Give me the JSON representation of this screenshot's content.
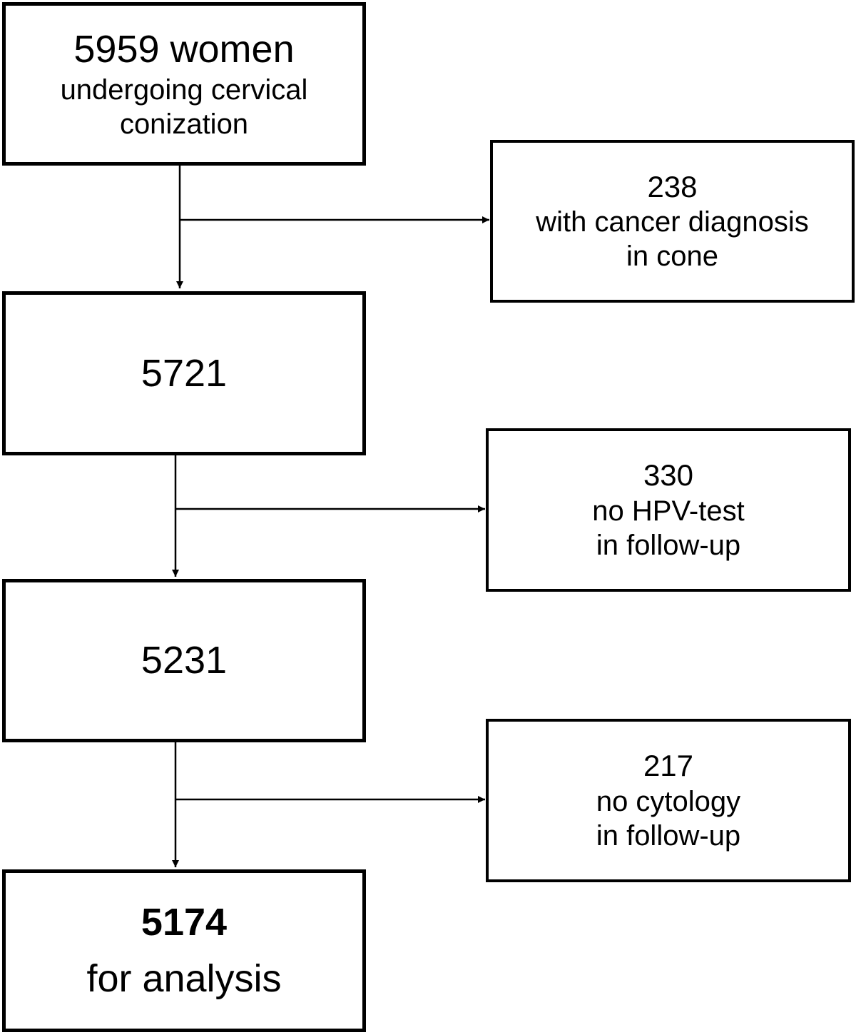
{
  "colors": {
    "stroke": "#000000",
    "background": "#ffffff"
  },
  "nodes": {
    "start": {
      "count": "5959 women",
      "line1": "undergoing cervical",
      "line2": "conization"
    },
    "excl_cancer": {
      "count": "238",
      "line1": "with cancer diagnosis",
      "line2": "in cone"
    },
    "after_cancer": {
      "count": "5721"
    },
    "excl_hpv": {
      "count": "330",
      "line1": "no HPV-test",
      "line2": "in follow-up"
    },
    "after_hpv": {
      "count": "5231"
    },
    "excl_cytology": {
      "count": "217",
      "line1": "no cytology",
      "line2": "in follow-up"
    },
    "final": {
      "count": "5174",
      "line1": "for analysis"
    }
  }
}
